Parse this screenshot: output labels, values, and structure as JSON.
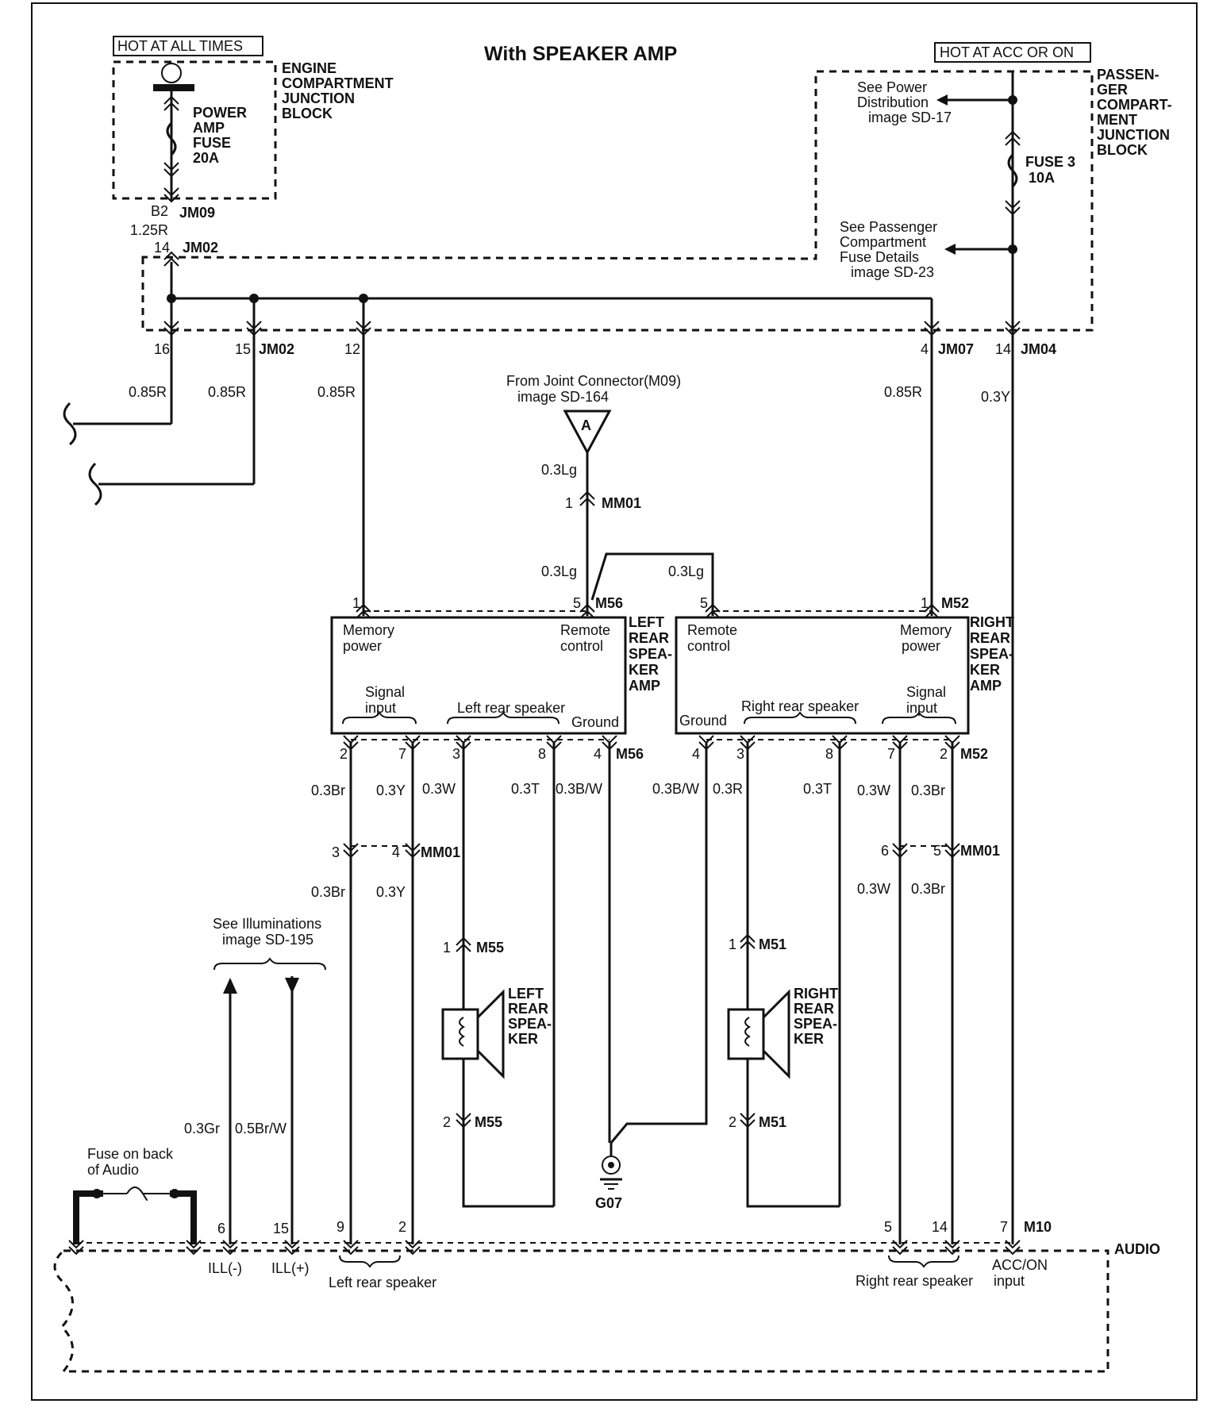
{
  "title": "With SPEAKER AMP",
  "power": {
    "hot_all_times": "HOT AT ALL TIMES",
    "hot_acc_on": "HOT AT ACC OR ON",
    "engine_block": [
      "ENGINE",
      "COMPARTMENT",
      "JUNCTION",
      "BLOCK"
    ],
    "power_amp_fuse": [
      "POWER",
      "AMP",
      "FUSE",
      "20A"
    ],
    "passenger_block": [
      "PASSEN-",
      "GER",
      "COMPART-",
      "MENT",
      "JUNCTION",
      "BLOCK"
    ],
    "fuse3": [
      "FUSE 3",
      "10A"
    ],
    "see_power_dist": [
      "See Power",
      "Distribution",
      "image SD-17"
    ],
    "see_passenger_fuse": [
      "See Passenger",
      "Compartment",
      "Fuse Details",
      "image SD-23"
    ]
  },
  "connectors": {
    "b2": "B2",
    "jm09": "JM09",
    "wire_125r": "1.25R",
    "n14a": "14",
    "jm02": "JM02",
    "n16": "16",
    "n15": "15",
    "jm02b": "JM02",
    "n12": "12",
    "n4a": "4",
    "jm07": "JM07",
    "n14b": "14",
    "jm04": "JM04",
    "w085r_1": "0.85R",
    "w085r_2": "0.85R",
    "w085r_3": "0.85R",
    "w085r_4": "0.85R",
    "w03y_top": "0.3Y",
    "from_joint": [
      "From Joint Connector(M09)",
      "image SD-164"
    ],
    "joint_a": "A",
    "w03lg_1": "0.3Lg",
    "mm01_1": "1",
    "mm01": "MM01",
    "w03lg_2": "0.3Lg",
    "w03lg_3": "0.3Lg",
    "l_pin1": "1",
    "l_pin5": "5",
    "m56": "M56",
    "r_pin5": "5",
    "r_pin1": "1",
    "m52": "M52"
  },
  "left_amp": {
    "memory": [
      "Memory",
      "power"
    ],
    "remote": [
      "Remote",
      "control"
    ],
    "name": [
      "LEFT",
      "REAR",
      "SPEA-",
      "KER",
      "AMP"
    ],
    "signal": [
      "Signal",
      "input"
    ],
    "speaker": "Left rear speaker",
    "ground": "Ground",
    "pins": [
      "2",
      "7",
      "3",
      "8",
      "4"
    ],
    "conn": "M56"
  },
  "right_amp": {
    "remote": [
      "Remote",
      "control"
    ],
    "memory": [
      "Memory",
      "power"
    ],
    "name": [
      "RIGHT",
      "REAR",
      "SPEA-",
      "KER",
      "AMP"
    ],
    "ground": "Ground",
    "speaker": "Right rear speaker",
    "signal": [
      "Signal",
      "input"
    ],
    "pins": [
      "4",
      "3",
      "8",
      "7",
      "2"
    ],
    "conn": "M52"
  },
  "wires": {
    "l_03br": "0.3Br",
    "l_03y": "0.3Y",
    "l_03w": "0.3W",
    "l_03t": "0.3T",
    "l_03bw": "0.3B/W",
    "r_03bw": "0.3B/W",
    "r_03r": "0.3R",
    "r_03t": "0.3T",
    "r_03w": "0.3W",
    "r_03br": "0.3Br",
    "mm01_l3": "3",
    "mm01_l4": "4",
    "mm01_l": "MM01",
    "mm01_r6": "6",
    "mm01_r5": "5",
    "mm01_r": "MM01",
    "l_03br_2": "0.3Br",
    "l_03y_2": "0.3Y",
    "r_03w_2": "0.3W",
    "r_03br_2": "0.3Br"
  },
  "speakers": {
    "left_name": [
      "LEFT",
      "REAR",
      "SPEA-",
      "KER"
    ],
    "right_name": [
      "RIGHT",
      "REAR",
      "SPEA-",
      "KER"
    ],
    "m55_1": "1",
    "m55": "M55",
    "m55_2": "2",
    "m55b": "M55",
    "m51_1": "1",
    "m51": "M51",
    "m51_2": "2",
    "m51b": "M51",
    "ground": "G07"
  },
  "illumination": {
    "see": [
      "See Illuminations",
      "image SD-195"
    ],
    "w03gr": "0.3Gr",
    "w05brw": "0.5Br/W",
    "fuse_back": [
      "Fuse on back",
      "of Audio"
    ]
  },
  "audio": {
    "name": "AUDIO",
    "pins": {
      "p6": "6",
      "p15": "15",
      "p9": "9",
      "p2": "2",
      "p5": "5",
      "p14": "14",
      "p7": "7"
    },
    "m10": "M10",
    "ill_minus": "ILL(-)",
    "ill_plus": "ILL(+)",
    "left_speaker": "Left rear speaker",
    "right_speaker": "Right rear speaker",
    "acc_on": [
      "ACC/ON",
      "input"
    ]
  }
}
